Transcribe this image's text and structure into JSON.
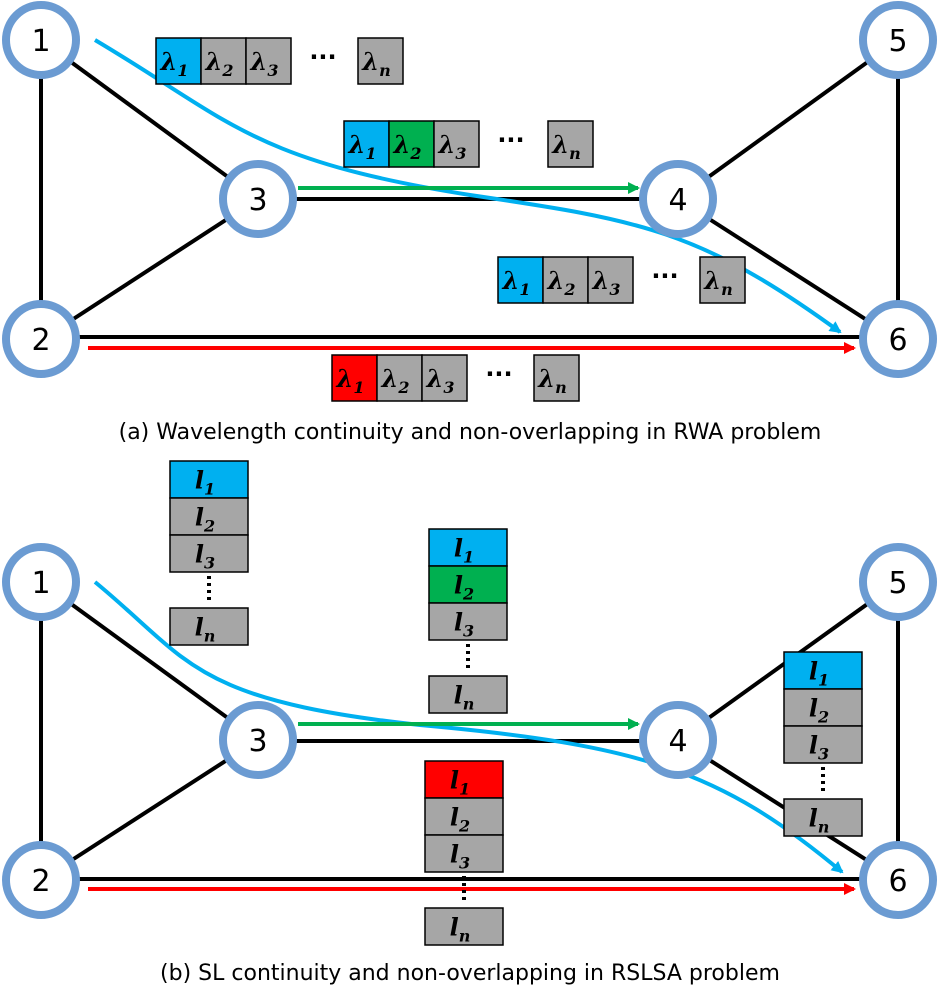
{
  "panel_a": {
    "caption": "(a) Wavelength continuity and non-overlapping in RWA problem",
    "nodes": [
      "1",
      "2",
      "3",
      "4",
      "5",
      "6"
    ],
    "channel_groups": [
      {
        "cells": [
          {
            "base": "λ",
            "sub": "1",
            "color": "#00b0f0"
          },
          {
            "base": "λ",
            "sub": "2",
            "color": "#a6a6a6"
          },
          {
            "base": "λ",
            "sub": "3",
            "color": "#a6a6a6"
          }
        ],
        "ellipsis": "···",
        "last": {
          "base": "λ",
          "sub": "n",
          "color": "#a6a6a6"
        }
      },
      {
        "cells": [
          {
            "base": "λ",
            "sub": "1",
            "color": "#00b0f0"
          },
          {
            "base": "λ",
            "sub": "2",
            "color": "#00b050"
          },
          {
            "base": "λ",
            "sub": "3",
            "color": "#a6a6a6"
          }
        ],
        "ellipsis": "···",
        "last": {
          "base": "λ",
          "sub": "n",
          "color": "#a6a6a6"
        }
      },
      {
        "cells": [
          {
            "base": "λ",
            "sub": "1",
            "color": "#00b0f0"
          },
          {
            "base": "λ",
            "sub": "2",
            "color": "#a6a6a6"
          },
          {
            "base": "λ",
            "sub": "3",
            "color": "#a6a6a6"
          }
        ],
        "ellipsis": "···",
        "last": {
          "base": "λ",
          "sub": "n",
          "color": "#a6a6a6"
        }
      },
      {
        "cells": [
          {
            "base": "λ",
            "sub": "1",
            "color": "#ff0000"
          },
          {
            "base": "λ",
            "sub": "2",
            "color": "#a6a6a6"
          },
          {
            "base": "λ",
            "sub": "3",
            "color": "#a6a6a6"
          }
        ],
        "ellipsis": "···",
        "last": {
          "base": "λ",
          "sub": "n",
          "color": "#a6a6a6"
        }
      }
    ]
  },
  "panel_b": {
    "caption": "(b) SL continuity and non-overlapping in RSLSA problem",
    "nodes": [
      "1",
      "2",
      "3",
      "4",
      "5",
      "6"
    ],
    "sl_stacks": [
      {
        "cells": [
          {
            "base": "l",
            "sub": "1",
            "color": "#00b0f0"
          },
          {
            "base": "l",
            "sub": "2",
            "color": "#a6a6a6"
          },
          {
            "base": "l",
            "sub": "3",
            "color": "#a6a6a6"
          }
        ],
        "last": {
          "base": "l",
          "sub": "n",
          "color": "#a6a6a6"
        }
      },
      {
        "cells": [
          {
            "base": "l",
            "sub": "1",
            "color": "#00b0f0"
          },
          {
            "base": "l",
            "sub": "2",
            "color": "#00b050"
          },
          {
            "base": "l",
            "sub": "3",
            "color": "#a6a6a6"
          }
        ],
        "last": {
          "base": "l",
          "sub": "n",
          "color": "#a6a6a6"
        }
      },
      {
        "cells": [
          {
            "base": "l",
            "sub": "1",
            "color": "#00b0f0"
          },
          {
            "base": "l",
            "sub": "2",
            "color": "#a6a6a6"
          },
          {
            "base": "l",
            "sub": "3",
            "color": "#a6a6a6"
          }
        ],
        "last": {
          "base": "l",
          "sub": "n",
          "color": "#a6a6a6"
        }
      },
      {
        "cells": [
          {
            "base": "l",
            "sub": "1",
            "color": "#ff0000"
          },
          {
            "base": "l",
            "sub": "2",
            "color": "#a6a6a6"
          },
          {
            "base": "l",
            "sub": "3",
            "color": "#a6a6a6"
          }
        ],
        "last": {
          "base": "l",
          "sub": "n",
          "color": "#a6a6a6"
        }
      }
    ]
  },
  "colors": {
    "node_fill": "#ffffff",
    "node_ring": "#6b9bd2",
    "node_ring_dark": "#4a7dba",
    "link": "#000000",
    "path_blue": "#00b0f0",
    "path_green": "#00b050",
    "path_red": "#ff0000"
  }
}
